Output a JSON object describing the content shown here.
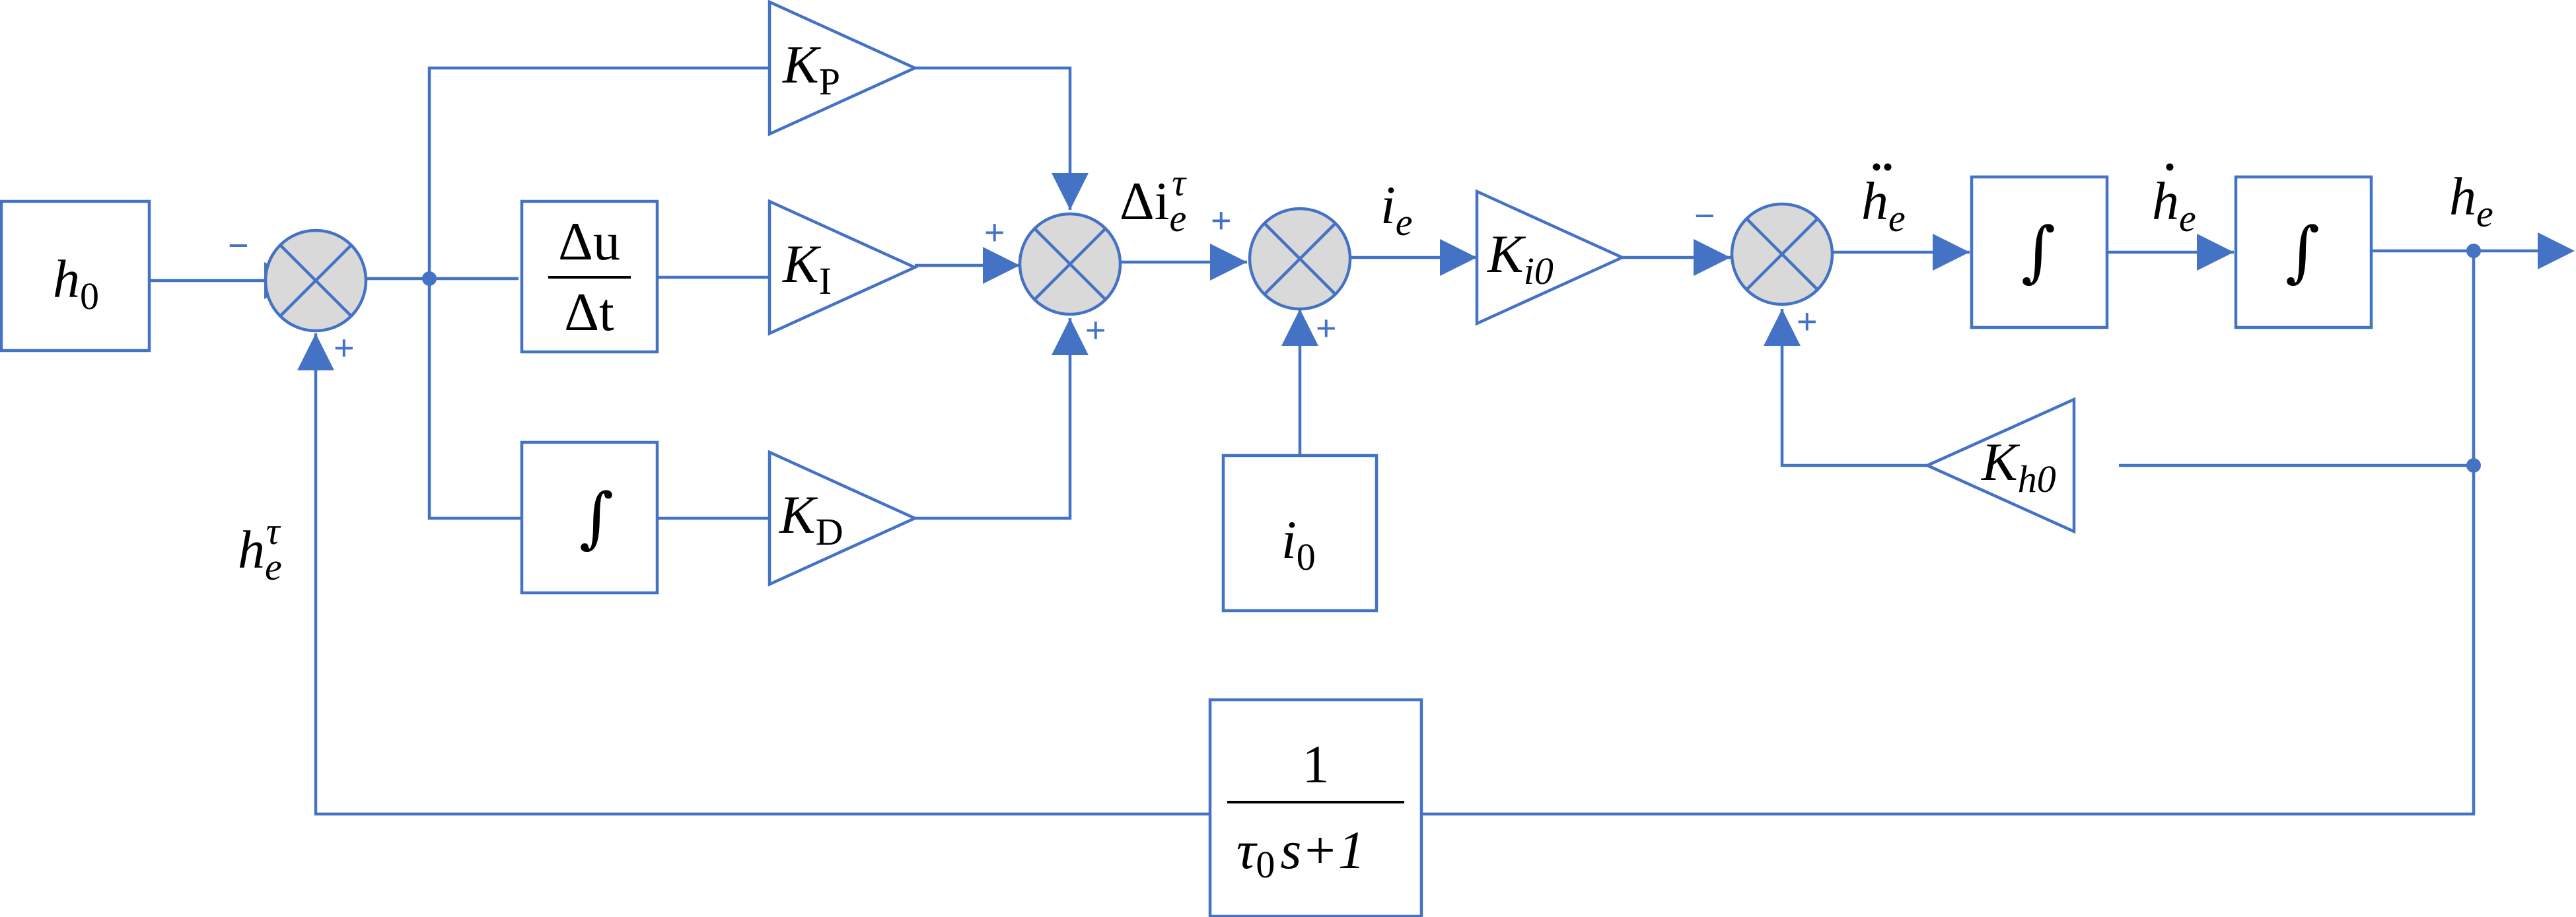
{
  "labels": {
    "h0": "h",
    "h0_sub": "0",
    "i0": "i",
    "i0_sub": "0",
    "kp": "K",
    "kp_sub": "P",
    "ki": "K",
    "ki_sub": "I",
    "kd": "K",
    "kd_sub": "D",
    "ki0": "K",
    "ki0_sub": "i0",
    "kh0": "K",
    "kh0_sub": "h0",
    "deriv_num": "Δu",
    "deriv_den": "Δt",
    "integral": "∫",
    "lag_num": "1",
    "lag_den_tau": "τ",
    "lag_den_sub": "0",
    "lag_den_rest": "s+1",
    "delta_ie_prefix": "Δi",
    "delta_ie_sub": "e",
    "delta_ie_sup": "τ",
    "ie": "i",
    "ie_sub": "e",
    "he_ddot": "h",
    "he_ddot_sub": "e",
    "he_dot": "h",
    "he_dot_sub": "e",
    "he": "h",
    "he_sub": "e",
    "he_tau": "h",
    "he_tau_sub": "e",
    "he_tau_sup": "τ",
    "minus": "−",
    "plus": "+"
  },
  "colors": {
    "line": "#4472C4",
    "junction_fill": "#d9d9d9"
  }
}
